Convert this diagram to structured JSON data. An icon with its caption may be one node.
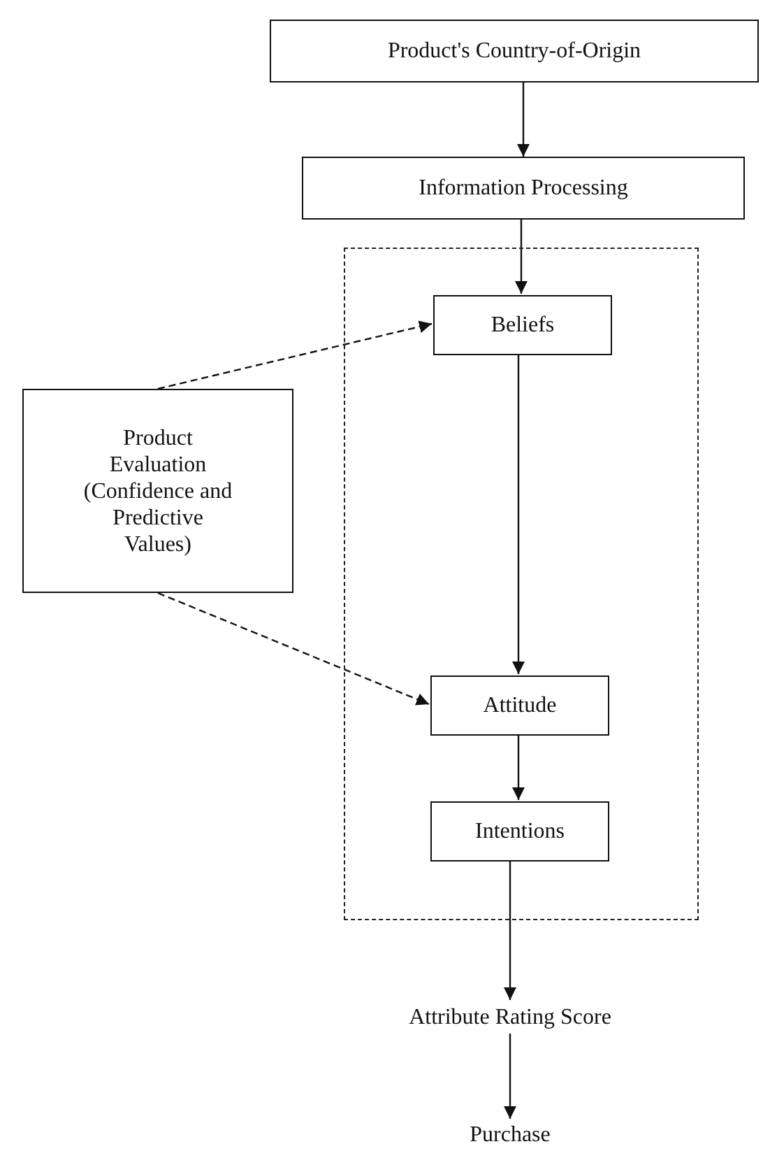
{
  "diagram": {
    "nodes": [
      {
        "text": [
          "Product's Country-of-Origin"
        ]
      },
      {
        "text": [
          "Information Processing"
        ]
      },
      {
        "text": [],
        "shape": "box"
      },
      {
        "text": [
          "Beliefs"
        ],
        "in": 2
      },
      {
        "text": [
          "Product Evaluation (Confidence and Predictive Values)"
        ]
      },
      {
        "text": [
          "Attitude"
        ],
        "in": 2
      },
      {
        "text": [
          "Intentions"
        ],
        "in": 2
      },
      {
        "text": [
          "Attribute Rating Score"
        ]
      },
      {
        "text": [
          "Purchase"
        ]
      }
    ],
    "edges": [
      {
        "from": 0,
        "to": 1,
        "arrow": "to"
      },
      {
        "from": 1,
        "to": 3,
        "arrow": "to"
      },
      {
        "from": 4,
        "to": 3,
        "arrow": "to",
        "style": "dashed"
      },
      {
        "from": 3,
        "to": 5,
        "arrow": "to"
      },
      {
        "from": 4,
        "to": 5,
        "arrow": "to",
        "style": "dashed"
      },
      {
        "from": 5,
        "to": 6,
        "arrow": "to"
      },
      {
        "from": 6,
        "to": 7,
        "arrow": "to"
      },
      {
        "from": 7,
        "to": 8,
        "arrow": "to"
      }
    ]
  }
}
